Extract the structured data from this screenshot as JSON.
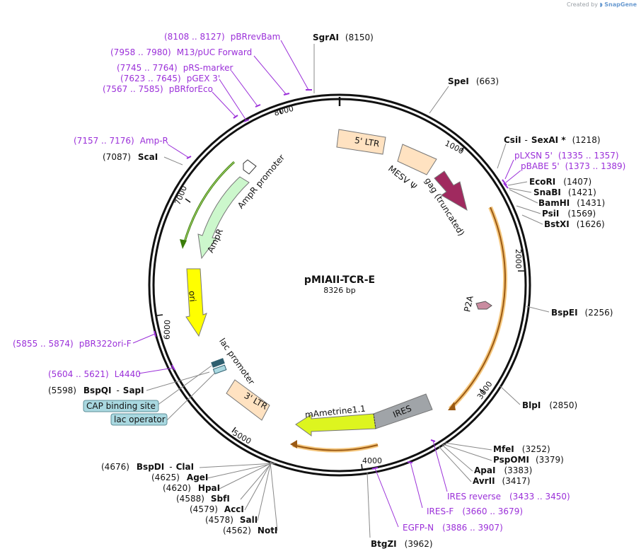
{
  "app": {
    "credit_prefix": "Created by",
    "credit_brand": "SnapGene"
  },
  "plasmid": {
    "name": "pMIAII-TCR-E",
    "length_label": "8326 bp"
  },
  "ticks": [
    "1000",
    "2000",
    "3000",
    "4000",
    "5000",
    "6000",
    "7000",
    "8000"
  ],
  "features": {
    "ltr5": "5' LTR",
    "mesv": "MESV Ψ",
    "gag": "gag (truncated)",
    "p2a": "P2A",
    "ires": "IRES",
    "mametrine": "mAmetrine1.1",
    "ltr3": "3' LTR",
    "lac_promoter": "lac promoter",
    "ori": "ori",
    "ampr": "AmpR",
    "ampr_promoter": "AmpR promoter"
  },
  "boxes": {
    "cap": "CAP binding site",
    "lac_operator": "lac operator"
  },
  "sites": [
    {
      "name": "SgrAI",
      "pos": "(8150)"
    },
    {
      "name": "SpeI",
      "pos": "(663)"
    },
    {
      "name": "CsiI",
      "pos": "(1218)"
    },
    {
      "name": "SexAI *",
      "pos": ""
    },
    {
      "name": "EcoRI",
      "pos": "(1407)"
    },
    {
      "name": "SnaBI",
      "pos": "(1421)"
    },
    {
      "name": "BamHI",
      "pos": "(1431)"
    },
    {
      "name": "PsiI",
      "pos": "(1569)"
    },
    {
      "name": "BstXI",
      "pos": "(1626)"
    },
    {
      "name": "BspEI",
      "pos": "(2256)"
    },
    {
      "name": "BlpI",
      "pos": "(2850)"
    },
    {
      "name": "MfeI",
      "pos": "(3252)"
    },
    {
      "name": "PspOMI",
      "pos": "(3379)"
    },
    {
      "name": "ApaI",
      "pos": "(3383)"
    },
    {
      "name": "AvrII",
      "pos": "(3417)"
    },
    {
      "name": "BtgZI",
      "pos": "(3962)"
    },
    {
      "name": "BspDI",
      "pos": "(4676)"
    },
    {
      "name": "ClaI",
      "pos": ""
    },
    {
      "name": "AgeI",
      "pos": "(4625)"
    },
    {
      "name": "HpaI",
      "pos": "(4620)"
    },
    {
      "name": "SbfI",
      "pos": "(4588)"
    },
    {
      "name": "AccI",
      "pos": "(4579)"
    },
    {
      "name": "SalI",
      "pos": "(4578)"
    },
    {
      "name": "NotI",
      "pos": "(4562)"
    },
    {
      "name": "BspQI",
      "pos": "(5598)"
    },
    {
      "name": "SapI",
      "pos": ""
    },
    {
      "name": "ScaI",
      "pos": "(7087)"
    }
  ],
  "primers": [
    {
      "name": "pBRrevBam",
      "pos": "(8108 .. 8127)"
    },
    {
      "name": "M13/pUC Forward",
      "pos": "(7958 .. 7980)"
    },
    {
      "name": "pRS-marker",
      "pos": "(7745 .. 7764)"
    },
    {
      "name": "pGEX 3'",
      "pos": "(7623 .. 7645)"
    },
    {
      "name": "pBRforEco",
      "pos": "(7567 .. 7585)"
    },
    {
      "name": "Amp-R",
      "pos": "(7157 .. 7176)"
    },
    {
      "name": "pLXSN 5'",
      "pos": "(1335 .. 1357)"
    },
    {
      "name": "pBABE 5'",
      "pos": "(1373 .. 1389)"
    },
    {
      "name": "pBR322ori-F",
      "pos": "(5855 .. 5874)"
    },
    {
      "name": "L4440",
      "pos": "(5604 .. 5621)"
    },
    {
      "name": "IRES reverse",
      "pos": "(3433 .. 3450)"
    },
    {
      "name": "IRES-F",
      "pos": "(3660 .. 3679)"
    },
    {
      "name": "EGFP-N",
      "pos": "(3886 .. 3907)"
    }
  ],
  "colors": {
    "ltr": "#ffe2c1",
    "gag": "#a02a5f",
    "tcr_line": "#9b5a14",
    "tcr_glow": "#f5c77e",
    "p2a": "#c98ca0",
    "ires": "#a0a4a8",
    "mametrine": "#ddf51f",
    "ori": "#ffff00",
    "ampr": "#ccf7cc",
    "ampr_line": "#3a7d0a",
    "lac_box": "#a9d8e0",
    "primer": "#9b30d9"
  }
}
